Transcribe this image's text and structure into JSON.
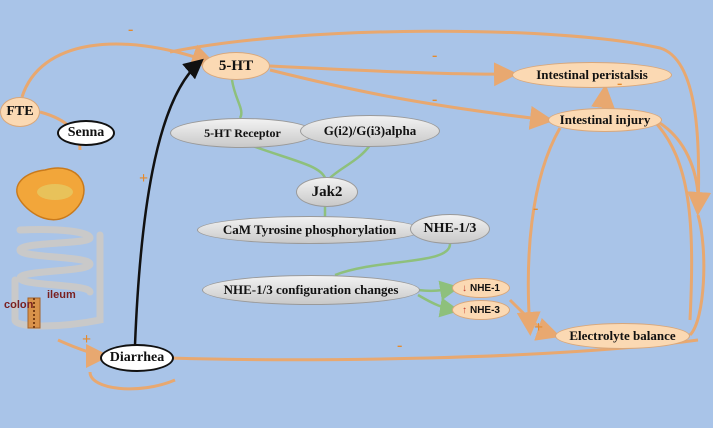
{
  "nodes": {
    "fte": "FTE",
    "senna": "Senna",
    "ht5": "5-HT",
    "intestinal_peristalsis": "Intestinal peristalsis",
    "intestinal_injury": "Intestinal injury",
    "ht5_receptor": "5-HT Receptor",
    "g_alpha": "G(i2)/G(i3)alpha",
    "jak2": "Jak2",
    "cam": "CaM Tyrosine phosphorylation",
    "nhe13": "NHE-1/3",
    "nhe_config": "NHE-1/3 configuration changes",
    "nhe1": "NHE-1",
    "nhe3": "NHE-3",
    "electrolyte": "Electrolyte balance",
    "diarrhea": "Diarrhea"
  },
  "anatomy": {
    "colon": "colon",
    "ileum": "ileum"
  },
  "signs": {
    "minus": "-",
    "plus": "+"
  },
  "colors": {
    "background": "#a9c4e8",
    "flow": "#e8a870",
    "signal": "#8ec07c",
    "sign": "#e58a2c"
  }
}
